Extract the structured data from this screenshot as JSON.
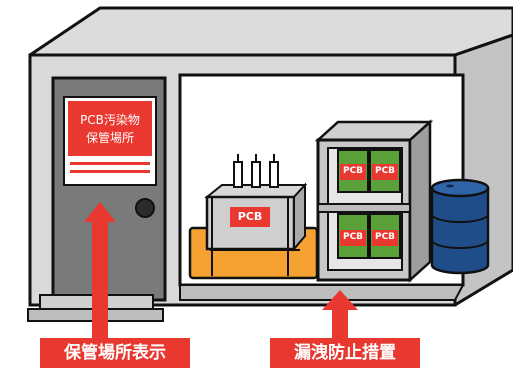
{
  "sign": {
    "line1": "PCB汚染物",
    "line2": "保管場所"
  },
  "labels": {
    "storage_display": "保管場所表示",
    "leak_prevention": "漏洩防止措置"
  },
  "pcb_label": "PCB",
  "colors": {
    "accent_red": "#e8382f",
    "wall_gray": "#d9d9d9",
    "door_gray": "#7a7a7a",
    "tray_orange": "#f5a233",
    "box_green": "#5aa13a",
    "drum_blue": "#1f4d8a"
  }
}
